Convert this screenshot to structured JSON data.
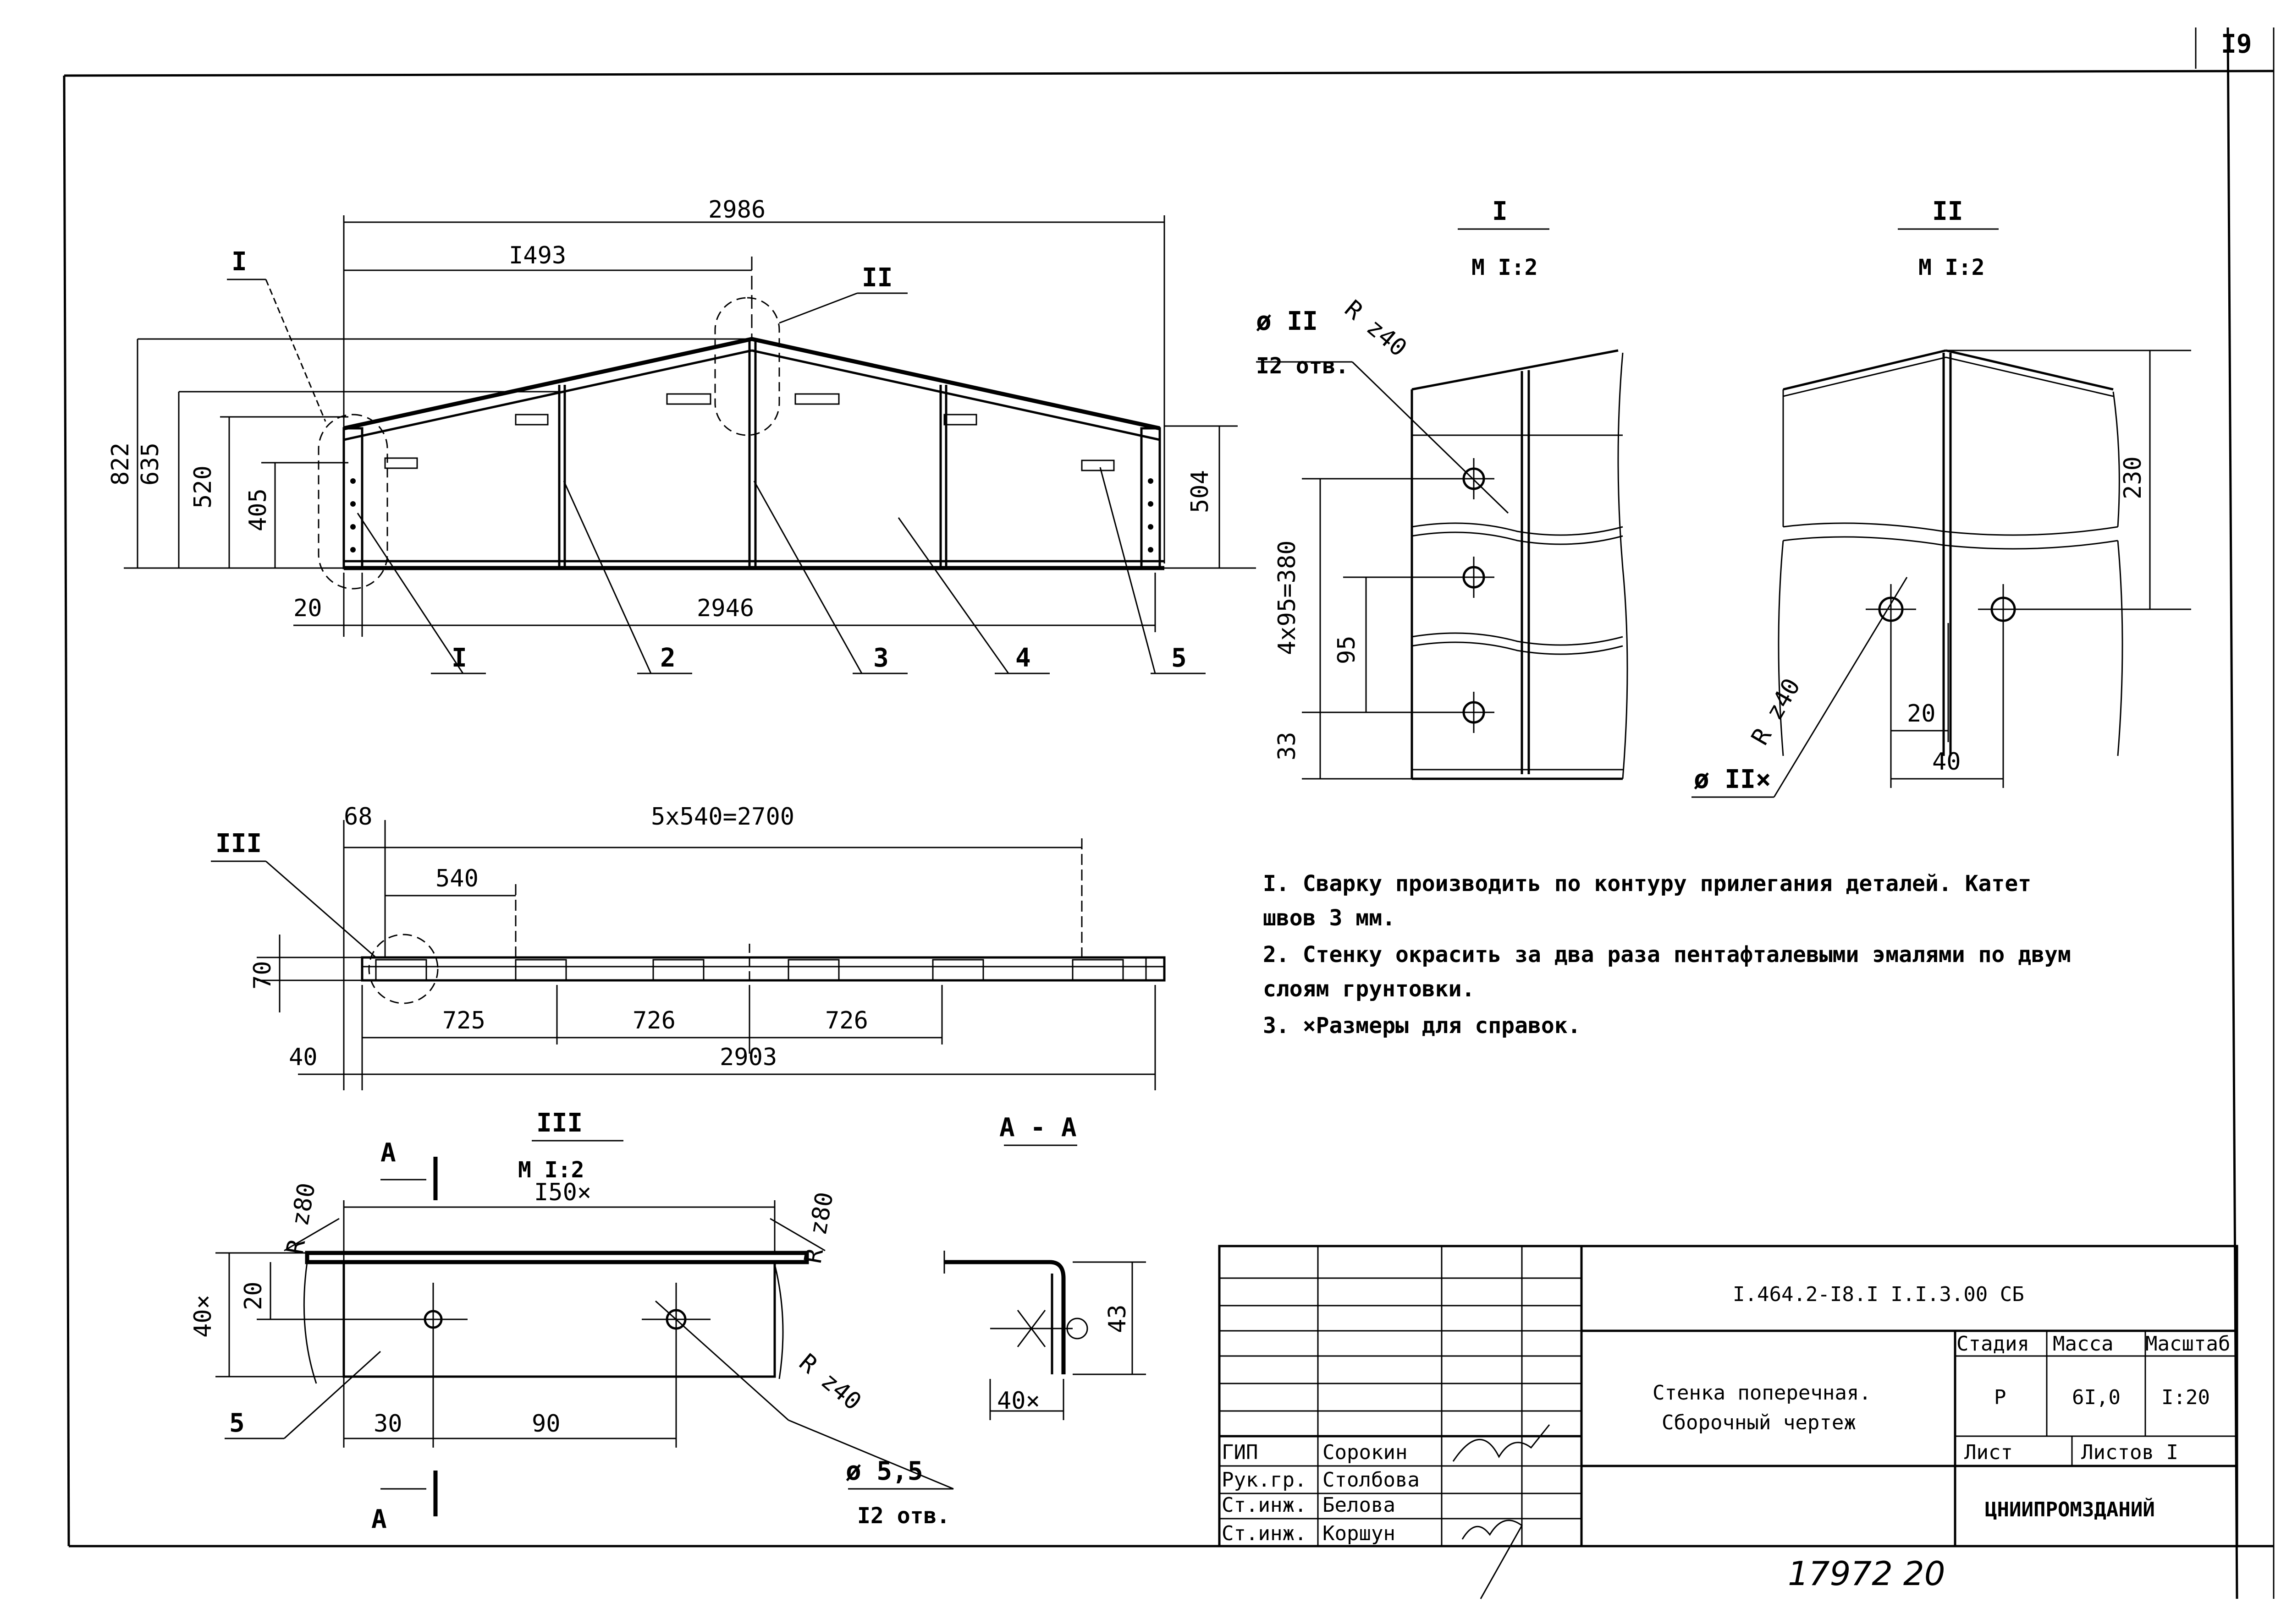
{
  "sheet": {
    "page_number": "I9",
    "inventory_number": "17972 20"
  },
  "main_view": {
    "dims": {
      "total_length": "2986",
      "half_length": "I493",
      "h822": "822",
      "h635": "635",
      "h520": "520",
      "h405": "405",
      "h504": "504",
      "offset20": "20",
      "bottom_length": "2946"
    },
    "callouts": [
      "I",
      "2",
      "3",
      "4",
      "5"
    ],
    "detail_marks": {
      "I": "I",
      "II": "II"
    }
  },
  "detail_I": {
    "title": "I",
    "scale": "М I:2",
    "hole_label": "ø II",
    "holes_count": "I2 отв.",
    "radius": "R z40",
    "dims": {
      "pitch": "4x95=380",
      "p95": "95",
      "p33": "33"
    }
  },
  "detail_II": {
    "title": "II",
    "scale": "М I:2",
    "hole_label": "ø II×",
    "radius": "R z40",
    "dims": {
      "h230": "230",
      "d20": "20",
      "d40": "40"
    }
  },
  "plan_view": {
    "mark": "III",
    "dims": {
      "d68": "68",
      "pitch": "5x540=2700",
      "d540": "540",
      "d70": "70",
      "d725": "725",
      "d726a": "726",
      "d726b": "726",
      "d40": "40",
      "d2903": "2903"
    }
  },
  "detail_III": {
    "title": "III",
    "scale": "М I:2",
    "section_mark": "А",
    "radius_left": "R z80",
    "radius_right": "R z80",
    "radius_hole": "R z40",
    "dims": {
      "d150": "I50×",
      "d20": "20",
      "d40": "40×",
      "d30": "30",
      "d90": "90"
    },
    "hole_label": "ø 5,5",
    "holes_count": "I2 отв.",
    "callout": "5"
  },
  "section_AA": {
    "title": "А - А",
    "dims": {
      "d43": "43",
      "d40": "40×"
    }
  },
  "notes": [
    "I. Сварку производить по контуру прилегания деталей. Катет",
    "   швов 3 мм.",
    "2. Стенку окрасить за два раза пентафталевыми эмалями по двум",
    "   слоям грунтовки.",
    "3. ×Размеры для справок."
  ],
  "title_block": {
    "designation": "I.464.2-I8.I I.I.3.00 СБ",
    "name_line1": "Стенка поперечная.",
    "name_line2": "Сборочный чертеж",
    "headers": {
      "stage": "Стадия",
      "mass": "Масса",
      "scale": "Масштаб"
    },
    "values": {
      "stage": "Р",
      "mass": "6I,0",
      "scale": "I:20"
    },
    "sheet_label": "Лист",
    "sheets_label": "Листов I",
    "organization": "ЦНИИПРОМЗДАНИЙ",
    "signatures": [
      {
        "role": "ГИП",
        "name": "Сорокин"
      },
      {
        "role": "Рук.гр.",
        "name": "Столбова"
      },
      {
        "role": "Ст.инж.",
        "name": "Белова"
      },
      {
        "role": "Ст.инж.",
        "name": "Коршун"
      }
    ]
  }
}
